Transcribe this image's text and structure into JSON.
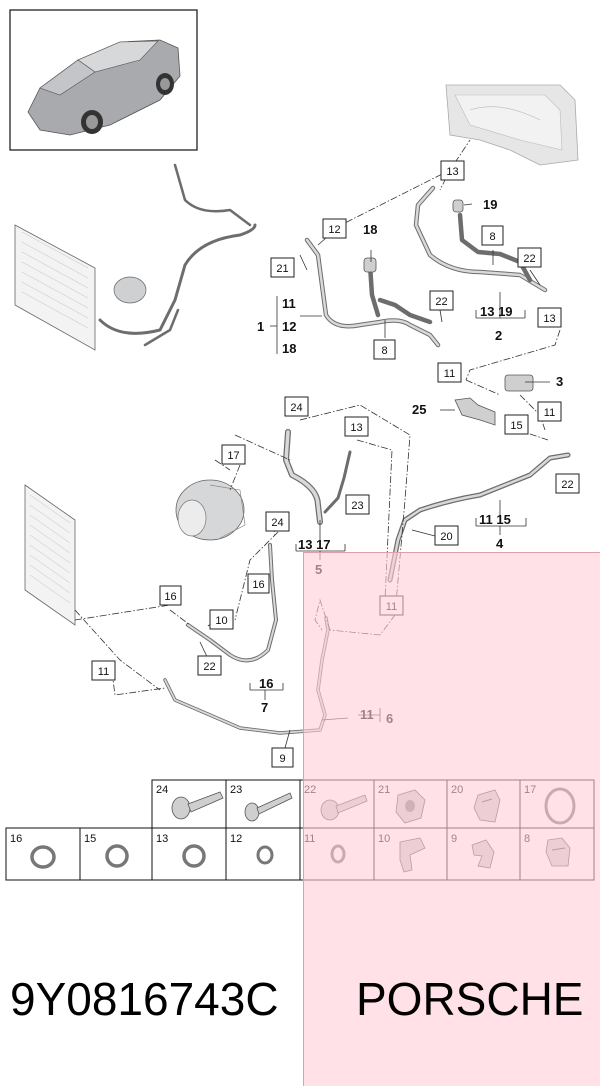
{
  "callouts": {
    "c13a": "13",
    "c19": "19",
    "c12a": "12",
    "c18": "18",
    "c8a": "8",
    "c21": "21",
    "c22a": "22",
    "c22b": "22",
    "c8b": "8",
    "c13b": "13",
    "c11a": "11",
    "c3": "3",
    "c25": "25",
    "c11b": "11",
    "c15a": "15",
    "c24a": "24",
    "c13c": "13",
    "c17": "17",
    "c23": "23",
    "c22c": "22",
    "c20": "20",
    "c24b": "24",
    "c16a": "16",
    "c11c": "11",
    "c16b": "16",
    "c10": "10",
    "c22d": "22",
    "c11d": "11",
    "c9": "9"
  },
  "labels": {
    "g1_main": "1",
    "g1_items": [
      "11",
      "12",
      "18"
    ],
    "g2_items": "13 19",
    "g2_main": "2",
    "g4_items": "11 15",
    "g4_main": "4",
    "g5_items": "13 17",
    "g5_main": "5",
    "g6_items": "11",
    "g6_main": "6",
    "g7_items": "16",
    "g7_main": "7"
  },
  "parts_grid": {
    "row1": [
      "24",
      "23",
      "22",
      "21",
      "20",
      "17"
    ],
    "row2": [
      "16",
      "15",
      "13",
      "12",
      "11",
      "10",
      "9",
      "8"
    ]
  },
  "footer": {
    "part_number": "9Y0816743C",
    "brand": "PORSCHE"
  },
  "colors": {
    "overlay": "#ffcdd7",
    "hose": "#6d6d6d",
    "line": "#333333"
  }
}
